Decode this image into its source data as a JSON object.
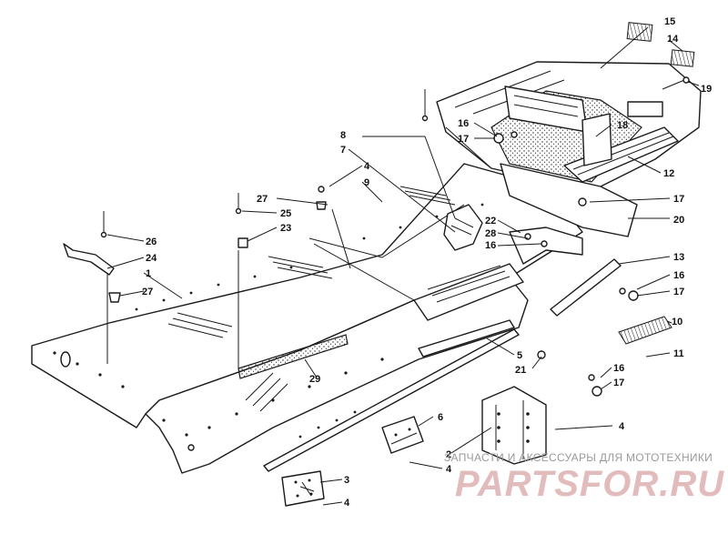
{
  "diagram": {
    "callouts": [
      {
        "id": "c1",
        "label": "1"
      },
      {
        "id": "c2",
        "label": "2"
      },
      {
        "id": "c3",
        "label": "3"
      },
      {
        "id": "c4a",
        "label": "4"
      },
      {
        "id": "c4b",
        "label": "4"
      },
      {
        "id": "c4c",
        "label": "4"
      },
      {
        "id": "c4d",
        "label": "4"
      },
      {
        "id": "c5",
        "label": "5"
      },
      {
        "id": "c6",
        "label": "6"
      },
      {
        "id": "c7",
        "label": "7"
      },
      {
        "id": "c8",
        "label": "8"
      },
      {
        "id": "c9",
        "label": "9"
      },
      {
        "id": "c10",
        "label": "10"
      },
      {
        "id": "c11",
        "label": "11"
      },
      {
        "id": "c12",
        "label": "12"
      },
      {
        "id": "c13",
        "label": "13"
      },
      {
        "id": "c14",
        "label": "14"
      },
      {
        "id": "c15",
        "label": "15"
      },
      {
        "id": "c16a",
        "label": "16"
      },
      {
        "id": "c16b",
        "label": "16"
      },
      {
        "id": "c16c",
        "label": "16"
      },
      {
        "id": "c16d",
        "label": "16"
      },
      {
        "id": "c17a",
        "label": "17"
      },
      {
        "id": "c17b",
        "label": "17"
      },
      {
        "id": "c17c",
        "label": "17"
      },
      {
        "id": "c17d",
        "label": "17"
      },
      {
        "id": "c18",
        "label": "18"
      },
      {
        "id": "c19",
        "label": "19"
      },
      {
        "id": "c20",
        "label": "20"
      },
      {
        "id": "c21",
        "label": "21"
      },
      {
        "id": "c22",
        "label": "22"
      },
      {
        "id": "c23",
        "label": "23"
      },
      {
        "id": "c24",
        "label": "24"
      },
      {
        "id": "c25",
        "label": "25"
      },
      {
        "id": "c26",
        "label": "26"
      },
      {
        "id": "c27a",
        "label": "27"
      },
      {
        "id": "c27b",
        "label": "27"
      },
      {
        "id": "c28",
        "label": "28"
      },
      {
        "id": "c29",
        "label": "29"
      }
    ]
  },
  "watermark": {
    "tagline": "ЗАПЧАСТИ И АКСЕССУАРЫ ДЛЯ МОТОТЕХНИКИ",
    "brand": "PARTSFOR.RU"
  }
}
